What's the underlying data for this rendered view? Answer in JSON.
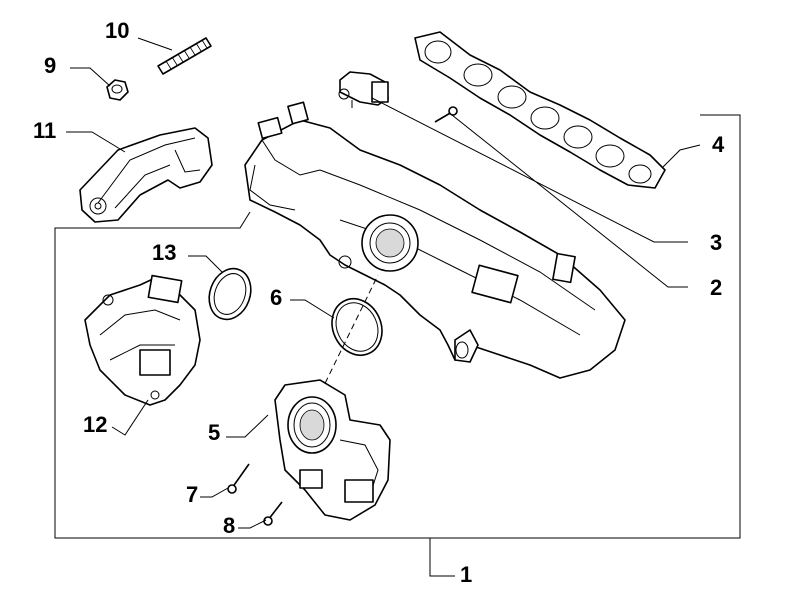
{
  "callouts": {
    "c1": "1",
    "c2": "2",
    "c3": "3",
    "c4": "4",
    "c5": "5",
    "c6": "6",
    "c7": "7",
    "c8": "8",
    "c9": "9",
    "c10": "10",
    "c11": "11",
    "c12": "12",
    "c13": "13"
  },
  "colors": {
    "ink": "#000000",
    "paper": "#ffffff",
    "shade": "#d9d9d9"
  }
}
